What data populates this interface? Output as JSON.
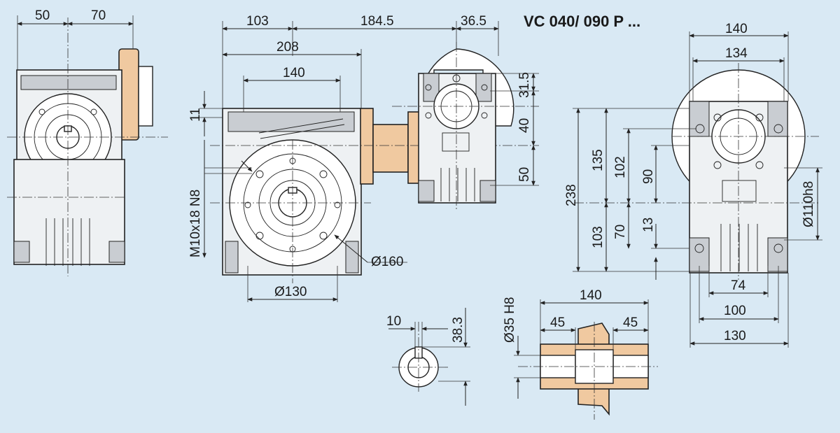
{
  "title": "VC 040/ 090 P ...",
  "dimensions": {
    "left_view": {
      "d50": "50",
      "d70": "70"
    },
    "front_view": {
      "d103": "103",
      "d184_5": "184.5",
      "d36_5": "36.5",
      "d208": "208",
      "d140": "140",
      "d11": "11",
      "thread": "M10x18 N8",
      "dia160": "Ø160",
      "dia130": "Ø130",
      "d31_5": "31.5",
      "d40": "40",
      "d50": "50"
    },
    "right_view": {
      "d140": "140",
      "d134": "134",
      "d238": "238",
      "d135": "135",
      "d102": "102",
      "d90": "90",
      "d103": "103",
      "d70": "70",
      "d13": "13",
      "dia110": "Ø110h8",
      "d74": "74",
      "d100": "100",
      "d130": "130"
    },
    "shaft_key": {
      "d10": "10",
      "d38_3": "38.3"
    },
    "hollow_shaft": {
      "d140": "140",
      "d45a": "45",
      "d45b": "45",
      "bore": "Ø35 H8"
    }
  },
  "colors": {
    "background": "#d9e9f4",
    "flange": "#f0c9a0",
    "body": "#eef1f3"
  }
}
